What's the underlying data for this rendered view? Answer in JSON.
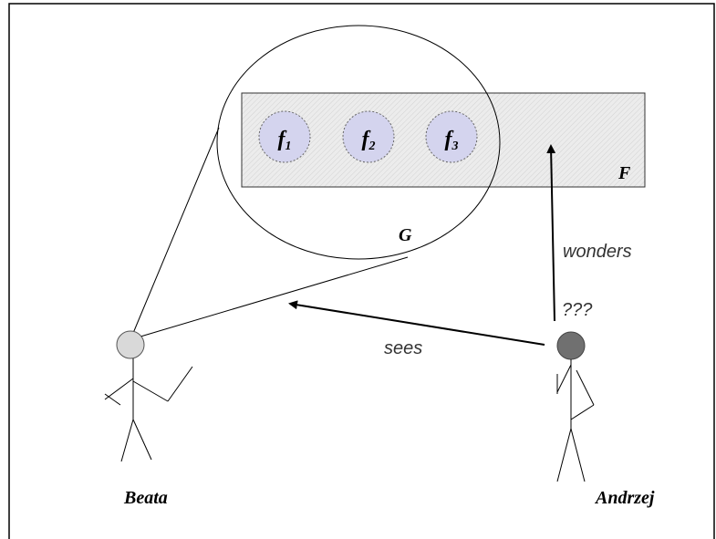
{
  "figure": {
    "labels": {
      "set_F": "F",
      "set_G": "G",
      "sees": "sees",
      "wonders": "wonders",
      "question": "???"
    },
    "elements": [
      {
        "base": "f",
        "sub": "1"
      },
      {
        "base": "f",
        "sub": "2"
      },
      {
        "base": "f",
        "sub": "3"
      }
    ],
    "agents": [
      {
        "name": "Beata",
        "head_color": "#d9d9d9"
      },
      {
        "name": "Andrzej",
        "head_color": "#707070"
      }
    ],
    "colors": {
      "element_fill": "#d4d4ee",
      "rectangle_fill": "#ececec"
    }
  }
}
